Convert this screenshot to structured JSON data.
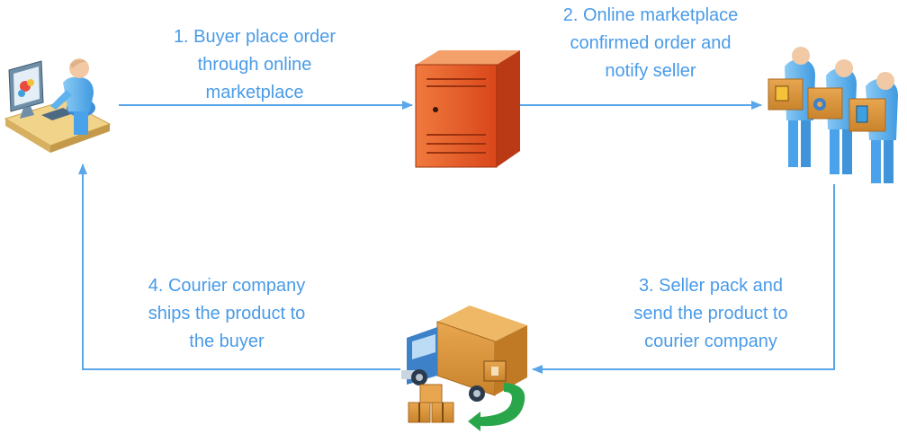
{
  "steps": {
    "step1": {
      "line1": "1. Buyer place order",
      "line2": "through online",
      "line3": "marketplace"
    },
    "step2": {
      "line1": "2. Online marketplace",
      "line2": "confirmed order and",
      "line3": "notify seller"
    },
    "step3": {
      "line1": "3. Seller pack and",
      "line2": "send the product to",
      "line3": "courier company"
    },
    "step4": {
      "line1": "4. Courier company",
      "line2": "ships the product to",
      "line3": "the buyer"
    }
  },
  "colors": {
    "text": "#4a9be8",
    "arrow": "#5aa6ea",
    "server": "#e2531d",
    "box": "#d9963a",
    "person": "#5fb2ee",
    "truck_cab": "#3d82c9",
    "green_arrow": "#2aa64a"
  },
  "icons": {
    "buyer": "buyer-at-computer-icon",
    "server": "marketplace-server-icon",
    "seller": "seller-group-icon",
    "truck": "courier-truck-icon"
  }
}
